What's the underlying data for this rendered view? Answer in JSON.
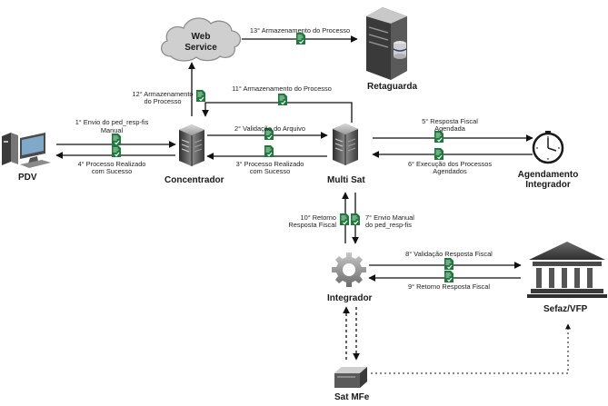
{
  "nodes": {
    "pdv": "PDV",
    "concentrador": "Concentrador",
    "multisat": "Multi Sat",
    "webservice_line1": "Web",
    "webservice_line2": "Service",
    "retaguarda": "Retaguarda",
    "agendamento_line1": "Agendamento",
    "agendamento_line2": "Integrador",
    "integrador": "Integrador",
    "sefaz": "Sefaz/VFP",
    "satmfe": "Sat MFe"
  },
  "steps": {
    "s1_line1": "1° Envio do ped_resp-fis",
    "s1_line2": "Manual",
    "s2": "2° Validação do Arquivo",
    "s3_line1": "3° Processo Realizado",
    "s3_line2": "com Sucesso",
    "s4_line1": "4° Processo Realizado",
    "s4_line2": "com Sucesso",
    "s5_line1": "5° Resposta Fiscal",
    "s5_line2": "Agendada",
    "s6_line1": "6° Execução dos Processos",
    "s6_line2": "Agendados",
    "s7_line1": "7° Envio Manual",
    "s7_line2": "do ped_resp-fis",
    "s8": "8° Validação Resposta Fiscal",
    "s9": "9° Retorno Resposta Fiscal",
    "s10_line1": "10° Retorno",
    "s10_line2": "Resposta Fiscal",
    "s11": "11° Armazenamento do Processo",
    "s12_line1": "12° Armazenamento",
    "s12_line2": "do Processo",
    "s13": "13° Armazenamento do Processo"
  },
  "colors": {
    "arrow": "#111111",
    "doc_icon": "#1e7a3a",
    "server_dark": "#3c3c3c",
    "server_light": "#9a9a9a",
    "cloud": "#c9c9c9",
    "retaguarda_accent": "#2b3a8a"
  },
  "icons": [
    "computer-icon",
    "server-icon",
    "cloud-icon",
    "database-server-icon",
    "clock-icon",
    "gear-icon",
    "bank-icon",
    "sat-device-icon",
    "document-check-icon"
  ]
}
